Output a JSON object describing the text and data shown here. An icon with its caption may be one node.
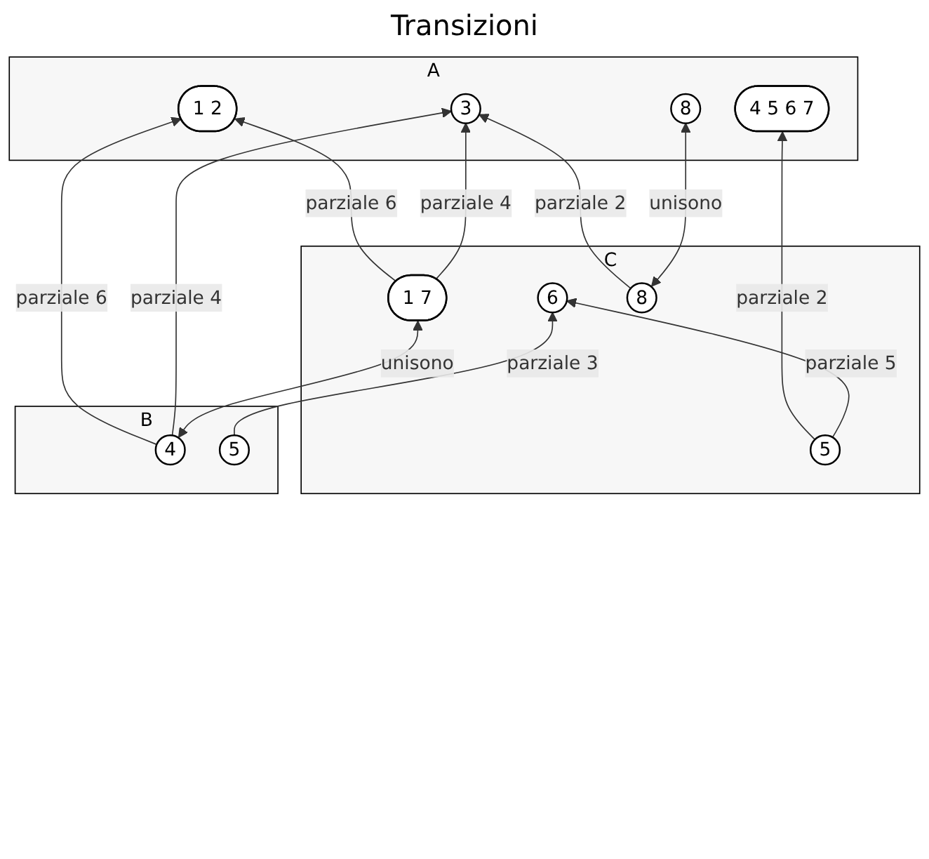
{
  "diagram": {
    "title": "Transizioni",
    "nodes": [
      {
        "text": [
          "A"
        ]
      },
      {
        "text": [
          "1 2"
        ],
        "in": 0
      },
      {
        "text": [
          "3"
        ],
        "in": 0
      },
      {
        "text": [
          "4 5 6 7"
        ],
        "in": 0
      },
      {
        "text": [
          "8"
        ],
        "in": 0
      },
      {
        "text": [
          "C"
        ]
      },
      {
        "text": [
          "1 7"
        ],
        "in": 5
      },
      {
        "text": [
          "5"
        ],
        "in": 5
      },
      {
        "text": [
          "6"
        ],
        "in": 5
      },
      {
        "text": [
          "8"
        ],
        "in": 5
      },
      {
        "text": [
          "B"
        ]
      },
      {
        "text": [
          "4"
        ],
        "in": 10
      },
      {
        "text": [
          "5"
        ],
        "in": 10
      }
    ],
    "edges": [
      {
        "from": 6,
        "to": 1,
        "arrow": "to",
        "label": "parziale 6"
      },
      {
        "from": 6,
        "to": 2,
        "arrow": "to",
        "label": "parziale 4"
      },
      {
        "from": 11,
        "to": 1,
        "arrow": "to",
        "label": "parziale 6"
      },
      {
        "from": 11,
        "to": 2,
        "arrow": "to",
        "label": "parziale 4"
      },
      {
        "from": 7,
        "to": 3,
        "arrow": "to",
        "label": "parziale 2"
      },
      {
        "from": 9,
        "to": 2,
        "arrow": "to",
        "label": "parziale 2"
      },
      {
        "from": 4,
        "to": 9,
        "arrow": "both",
        "label": "unisono"
      },
      {
        "from": 7,
        "to": 8,
        "arrow": "to",
        "label": "parziale 5"
      },
      {
        "from": 6,
        "to": 11,
        "arrow": "both",
        "label": "unisono"
      },
      {
        "from": 12,
        "to": 8,
        "arrow": "to",
        "label": "parziale 3"
      }
    ]
  }
}
